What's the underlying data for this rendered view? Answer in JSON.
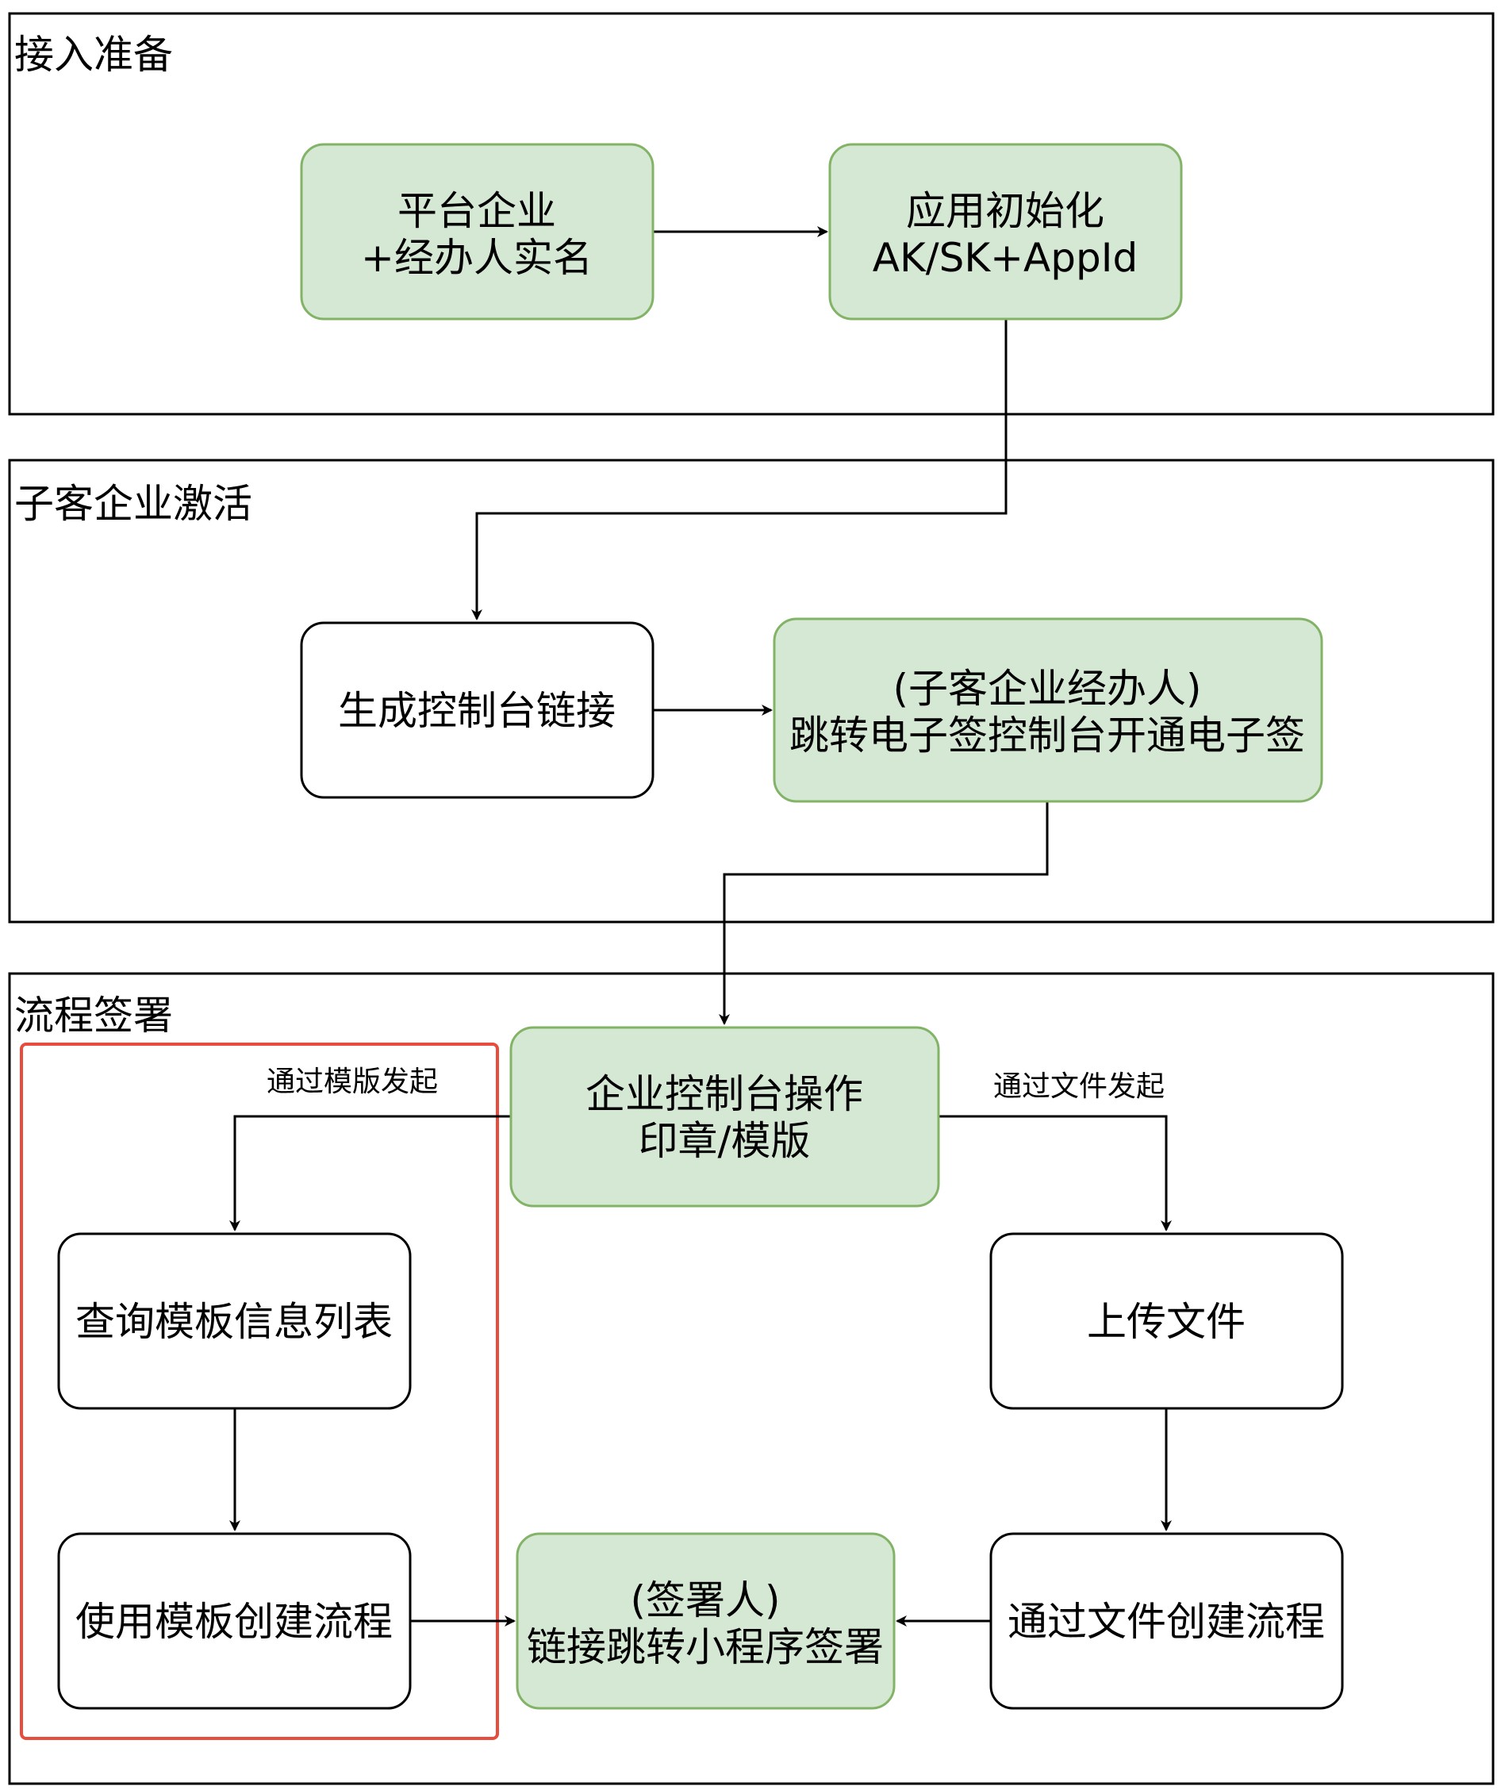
{
  "lanes": {
    "prep": "接入准备",
    "activate": "子客企业激活",
    "sign": "流程签署"
  },
  "nodes": {
    "realname": {
      "line1": "平台企业",
      "line2": "+经办人实名",
      "fill": "#d5e8d4",
      "stroke": "#82b366"
    },
    "appinit": {
      "line1": "应用初始化",
      "line2": "AK/SK+AppId",
      "fill": "#d5e8d4",
      "stroke": "#82b366"
    },
    "console_link": {
      "line1": "生成控制台链接"
    },
    "open_esign": {
      "line1": "(子客企业经办人)",
      "line2": "跳转电子签控制台开通电子签",
      "fill": "#d5e8d4",
      "stroke": "#82b366"
    },
    "console_ops": {
      "line1": "企业控制台操作",
      "line2": "印章/模版",
      "fill": "#d5e8d4",
      "stroke": "#82b366"
    },
    "query_templates": {
      "line1": "查询模板信息列表"
    },
    "create_by_template": {
      "line1": "使用模板创建流程"
    },
    "upload_file": {
      "line1": "上传文件"
    },
    "create_by_file": {
      "line1": "通过文件创建流程"
    },
    "signer": {
      "line1": "(签署人)",
      "line2": "链接跳转小程序签署",
      "fill": "#d5e8d4",
      "stroke": "#82b366"
    }
  },
  "edge_labels": {
    "by_template": "通过模版发起",
    "by_file": "通过文件发起"
  },
  "highlight_color": "#e74c3c"
}
